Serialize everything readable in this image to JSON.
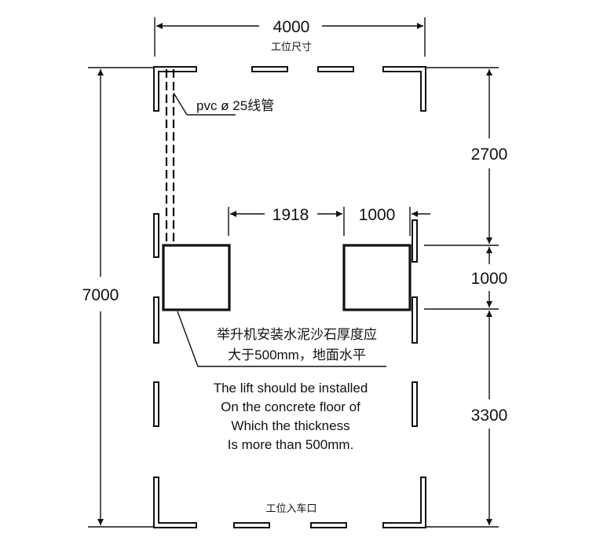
{
  "dimensions": {
    "width": "4000",
    "length": "7000",
    "front_gap": "2700",
    "post_depth": "1000",
    "rear_gap": "3300",
    "post_spacing": "1918",
    "post_offset": "1000"
  },
  "labels": {
    "bay_size": "工位尺寸",
    "bay_entrance": "工位入车口",
    "conduit": "pvc ø 25线管"
  },
  "notes": {
    "cn_line1": "举升机安装水泥沙石厚度应",
    "cn_line2": "大于500mm，地面水平",
    "en_line1": "The lift should be installed",
    "en_line2": "On the concrete floor of",
    "en_line3": "Which the thickness",
    "en_line4": "Is more than 500mm."
  }
}
